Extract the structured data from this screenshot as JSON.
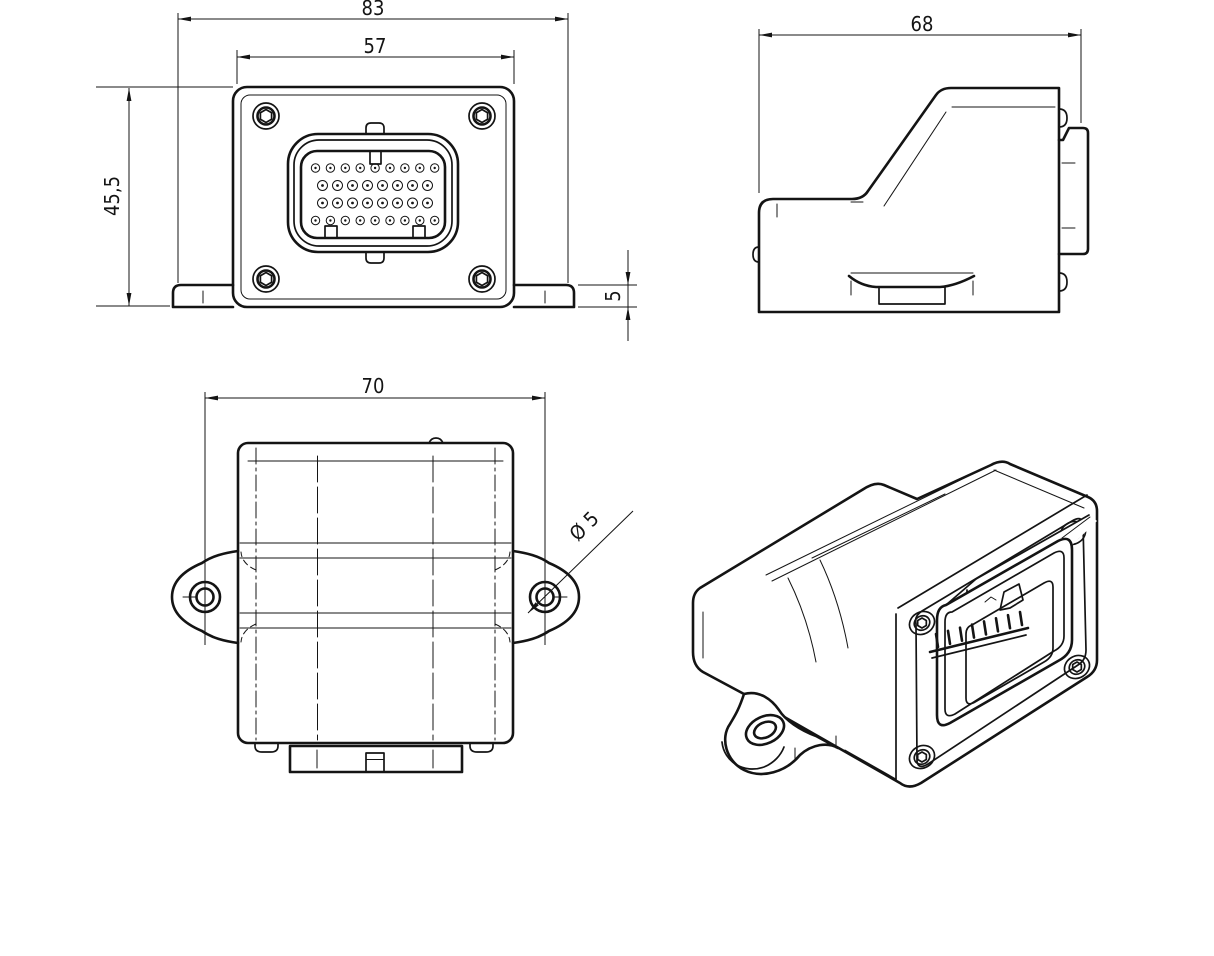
{
  "drawing": {
    "description": "Four-view technical drawing of an ECU style enclosure with multi-pin connector and mounting flanges",
    "background_color": "#ffffff",
    "line_color": "#141414",
    "views": {
      "front": "front view",
      "side": "side view",
      "top": "top view",
      "isometric": "isometric view"
    }
  },
  "dimensions": {
    "overall_width": {
      "value": "83"
    },
    "body_width": {
      "value": "57"
    },
    "overall_height": {
      "value": "45,5"
    },
    "flange_thickness": {
      "value": "5"
    },
    "overall_depth": {
      "value": "68"
    },
    "hole_spacing": {
      "value": "70"
    },
    "hole_diameter": {
      "value": "Ø 5"
    }
  },
  "connector": {
    "pin_rows": [
      9,
      8,
      8,
      9
    ],
    "pin_row_y": [
      168,
      185.5,
      203,
      220.5
    ],
    "iso_blade_count": 8
  }
}
